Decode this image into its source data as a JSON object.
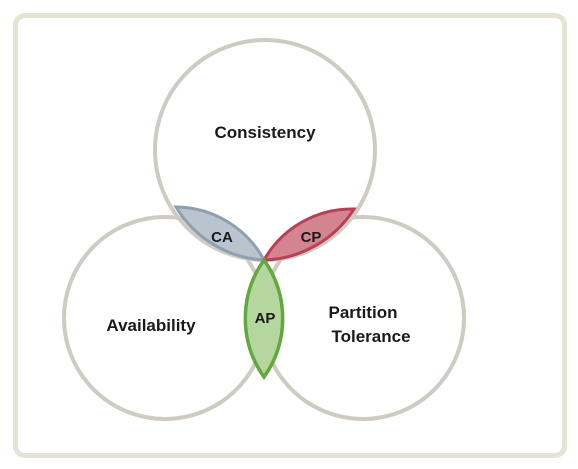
{
  "diagram": {
    "circles": {
      "consistency": "Consistency",
      "availability": "Availability",
      "partition_line1": "Partition",
      "partition_line2": "Tolerance"
    },
    "intersections": {
      "ca": "CA",
      "cp": "CP",
      "ap": "AP"
    },
    "colors": {
      "circle_stroke": "#cdcbc2",
      "frame_border": "#e6e2d5",
      "ca_fill": "#b9c4ce",
      "ca_stroke": "#8e9fae",
      "cp_fill": "#d4848f",
      "cp_stroke": "#b84057",
      "ap_fill": "#b6d6a0",
      "ap_stroke": "#62a83c"
    }
  }
}
